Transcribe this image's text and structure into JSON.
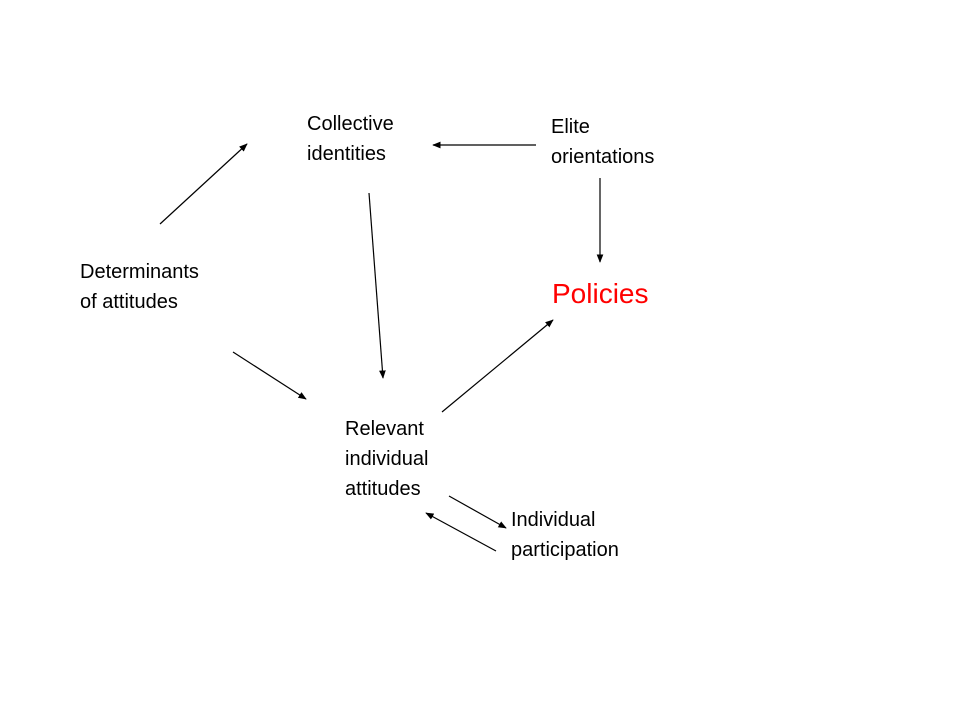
{
  "diagram": {
    "nodes": {
      "collective_identities": {
        "label": "Collective\nidentities"
      },
      "elite_orientations": {
        "label": "Elite\norientations"
      },
      "determinants_of_attitudes": {
        "label": "Determinants\nof attitudes"
      },
      "policies": {
        "label": "Policies"
      },
      "relevant_individual_attitudes": {
        "label": "Relevant\nindividual\nattitudes"
      },
      "individual_participation": {
        "label": "Individual\nparticipation"
      }
    },
    "edges": [
      {
        "from": "determinants_of_attitudes",
        "to": "collective_identities"
      },
      {
        "from": "determinants_of_attitudes",
        "to": "relevant_individual_attitudes"
      },
      {
        "from": "elite_orientations",
        "to": "collective_identities"
      },
      {
        "from": "elite_orientations",
        "to": "policies"
      },
      {
        "from": "collective_identities",
        "to": "relevant_individual_attitudes"
      },
      {
        "from": "relevant_individual_attitudes",
        "to": "policies"
      },
      {
        "from": "relevant_individual_attitudes",
        "to": "individual_participation"
      },
      {
        "from": "individual_participation",
        "to": "relevant_individual_attitudes"
      }
    ],
    "colors": {
      "text": "#000000",
      "highlight": "#ff0000",
      "edge": "#000000"
    }
  }
}
